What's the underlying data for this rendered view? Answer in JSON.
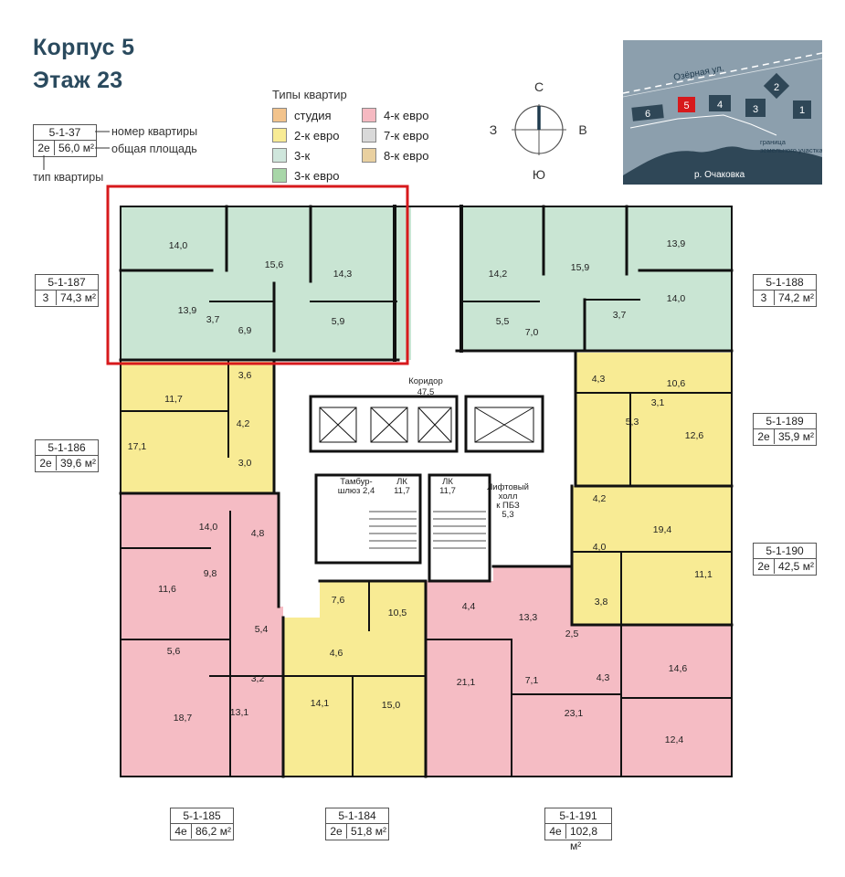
{
  "header": {
    "line1": "Корпус 5",
    "line2": "Этаж 23"
  },
  "key": {
    "apt_number": "5-1-37",
    "apt_type": "2е",
    "apt_area": "56,0 м²",
    "label_number": "номер квартиры",
    "label_area": "общая площадь",
    "label_type": "тип квартиры"
  },
  "legend": {
    "title": "Типы квартир",
    "items": [
      {
        "label": "студия",
        "color": "#f2c38c"
      },
      {
        "label": "2-к евро",
        "color": "#f8eb94"
      },
      {
        "label": "3-к",
        "color": "#cfe6dc"
      },
      {
        "label": "3-к евро",
        "color": "#a8d6a8"
      },
      {
        "label": "4-к евро",
        "color": "#f5b9c1"
      },
      {
        "label": "7-к евро",
        "color": "#d9d9d9"
      },
      {
        "label": "8-к евро",
        "color": "#e9d0a0"
      }
    ]
  },
  "compass": {
    "n": "С",
    "w": "З",
    "e": "В",
    "s": "Ю"
  },
  "site_map": {
    "street": "Озёрная ул.",
    "river": "р. Очаковка",
    "boundary": "граница земельного участка",
    "buildings": [
      "6",
      "5",
      "4",
      "3",
      "2",
      "1"
    ],
    "highlight": "5"
  },
  "apartments": [
    {
      "id": "5-1-187",
      "type": "3",
      "area": "74,3 м²"
    },
    {
      "id": "5-1-188",
      "type": "3",
      "area": "74,2 м²"
    },
    {
      "id": "5-1-186",
      "type": "2е",
      "area": "39,6 м²"
    },
    {
      "id": "5-1-189",
      "type": "2е",
      "area": "35,9 м²"
    },
    {
      "id": "5-1-190",
      "type": "2е",
      "area": "42,5 м²"
    },
    {
      "id": "5-1-185",
      "type": "4е",
      "area": "86,2 м²"
    },
    {
      "id": "5-1-184",
      "type": "2е",
      "area": "51,8 м²"
    },
    {
      "id": "5-1-191",
      "type": "4е",
      "area": "102,8 м²"
    }
  ],
  "core": {
    "corridor": "Коридор",
    "corridor_area": "47,5",
    "tambur": "Тамбур-",
    "tambur2": "шлюз 2,4",
    "lk1": "ЛК",
    "lk1_area": "11,7",
    "lk2": "ЛК",
    "lk2_area": "11,7",
    "lift1": "Лифтовый",
    "lift2": "холл",
    "lift3": "к ПБЗ",
    "lift4": "5,3"
  },
  "rooms": {
    "a187": [
      "14,0",
      "15,6",
      "14,3",
      "13,9",
      "3,7",
      "6,9",
      "5,9"
    ],
    "a188": [
      "14,2",
      "15,9",
      "13,9",
      "14,0",
      "5,5",
      "7,0",
      "3,7"
    ],
    "a186": [
      "3,6",
      "11,7",
      "4,2",
      "17,1",
      "3,0"
    ],
    "a189": [
      "4,3",
      "10,6",
      "3,1",
      "5,3",
      "12,6"
    ],
    "a190": [
      "4,2",
      "19,4",
      "4,0",
      "11,1",
      "3,8"
    ],
    "a185": [
      "14,0",
      "4,8",
      "9,8",
      "11,6",
      "5,4",
      "5,6",
      "3,2",
      "18,7",
      "13,1"
    ],
    "a184": [
      "7,6",
      "10,5",
      "4,6",
      "14,1",
      "15,0"
    ],
    "a191": [
      "4,4",
      "13,3",
      "2,5",
      "21,1",
      "7,1",
      "4,3",
      "14,6",
      "23,1",
      "12,4"
    ]
  }
}
